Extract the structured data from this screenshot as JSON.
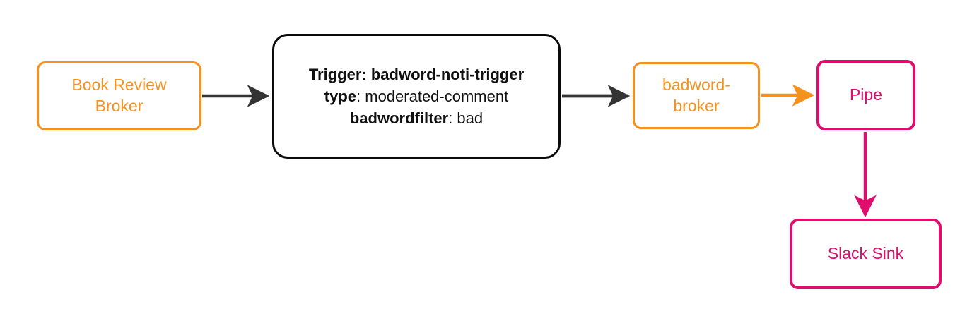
{
  "diagram": {
    "type": "flowchart",
    "direction": "left-to-right",
    "background_color": "#FFFFFF",
    "palette": {
      "orange": "#F5921E",
      "crimson": "#DE0D6E",
      "dark": "#0B0B0B",
      "arrow_dark": "#333333"
    },
    "nodes": [
      {
        "id": "book-review-broker",
        "label_lines": [
          "Book Review",
          "Broker"
        ],
        "shape": "rounded-rectangle",
        "color": "#F5921E",
        "style": "orange"
      },
      {
        "id": "trigger-detail",
        "shape": "rounded-rectangle",
        "color": "#0B0B0B",
        "style": "dark",
        "rows": [
          {
            "key": "Trigger: badword-noti-trigger",
            "value": "",
            "all_bold": true
          },
          {
            "key": "type",
            "value": ": moderated-comment",
            "all_bold": false
          },
          {
            "key": "badwordfilter",
            "value": ": bad",
            "all_bold": false
          }
        ]
      },
      {
        "id": "badword-broker",
        "label_lines": [
          "badword-",
          "broker"
        ],
        "shape": "rounded-rectangle",
        "color": "#F5921E",
        "style": "orange"
      },
      {
        "id": "pipe",
        "label_lines": [
          "Pipe"
        ],
        "shape": "rounded-rectangle",
        "color": "#DE0D6E",
        "style": "crimson"
      },
      {
        "id": "slack-sink",
        "label_lines": [
          "Slack Sink"
        ],
        "shape": "rounded-rectangle",
        "color": "#DE0D6E",
        "style": "crimson"
      }
    ],
    "edges": [
      {
        "id": "edge-broker-to-trigger",
        "from": "book-review-broker",
        "to": "trigger-detail",
        "color": "#333333",
        "label": "",
        "orientation": "horizontal"
      },
      {
        "id": "edge-trigger-to-badword",
        "from": "trigger-detail",
        "to": "badword-broker",
        "color": "#333333",
        "label": "",
        "orientation": "horizontal"
      },
      {
        "id": "edge-badword-to-pipe",
        "from": "badword-broker",
        "to": "pipe",
        "color": "#F5921E",
        "label": "",
        "orientation": "horizontal"
      },
      {
        "id": "edge-pipe-to-slack",
        "from": "pipe",
        "to": "slack-sink",
        "color": "#DE0D6E",
        "label": "",
        "orientation": "vertical"
      }
    ]
  }
}
